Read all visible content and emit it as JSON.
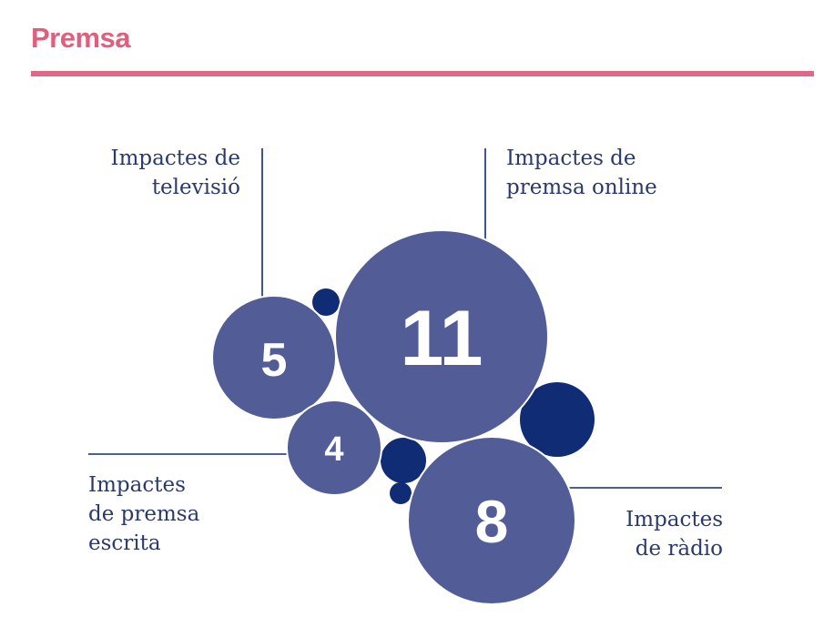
{
  "page": {
    "title": "Premsa"
  },
  "colors": {
    "title": "#de5f7e",
    "rule": "#e0678a",
    "bubble": "#525d97",
    "accent_bubble": "#0f2c75",
    "value_text": "#ffffff",
    "leader": "#0f2c75",
    "label_text": "#2a3a6a"
  },
  "chart_data": {
    "type": "bubble",
    "title": "",
    "series": [
      {
        "label": "Impactes de\ntelevisió",
        "value": 5
      },
      {
        "label": "Impactes de\npremsa online",
        "value": 11
      },
      {
        "label": "Impactes\nde premsa\nescrita",
        "value": 4
      },
      {
        "label": "Impactes\nde ràdio",
        "value": 8
      }
    ]
  }
}
